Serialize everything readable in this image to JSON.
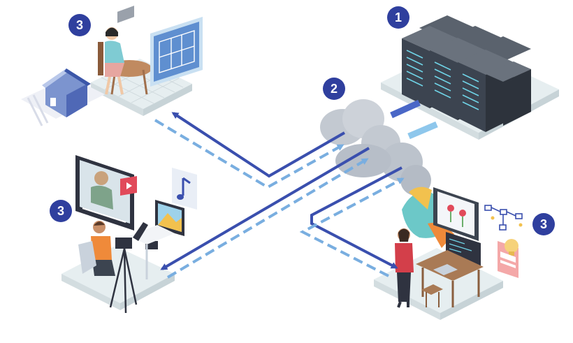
{
  "badges": {
    "server": "1",
    "cloud": "2",
    "designer": "3",
    "video": "3",
    "developer": "3"
  },
  "colors": {
    "accent": "#2f3f9e",
    "arrow_solid": "#3a4fae",
    "arrow_dashed": "#79aee0",
    "platform": "#e6eef0",
    "server_dark": "#3c4450",
    "cloud": "#c3c9d1"
  },
  "icons": [
    "server-rack-icon",
    "cloud-icon",
    "house-icon",
    "blueprint-icon",
    "video-player-icon",
    "music-note-icon",
    "image-icon",
    "camera-icon",
    "lightbulb-icon",
    "flowchart-icon"
  ]
}
